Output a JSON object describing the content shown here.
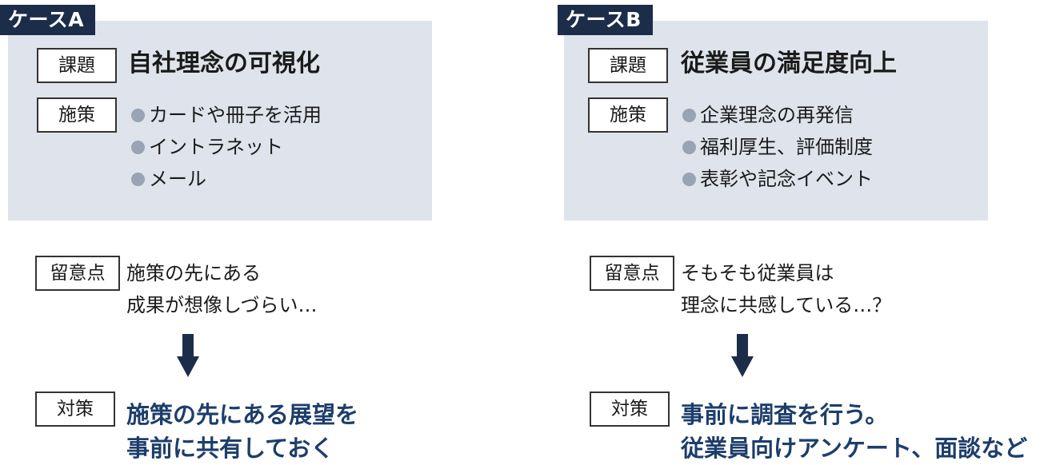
{
  "case_a": {
    "tag": "ケースA",
    "issue_label": "課題",
    "issue": "自社理念の可視化",
    "measures_label": "施策",
    "measures": [
      "カードや冊子を活用",
      "イントラネット",
      "メール"
    ],
    "caution_label": "留意点",
    "caution_lines": [
      "施策の先にある",
      "成果が想像しづらい…"
    ],
    "countermeasure_label": "対策",
    "countermeasure_lines": [
      "施策の先にある展望を",
      "事前に共有しておく"
    ]
  },
  "case_b": {
    "tag": "ケースB",
    "issue_label": "課題",
    "issue": "従業員の満足度向上",
    "measures_label": "施策",
    "measures": [
      "企業理念の再発信",
      "福利厚生、評価制度",
      "表彰や記念イベント"
    ],
    "caution_label": "留意点",
    "caution_lines": [
      "そもそも従業員は",
      "理念に共感している…？"
    ],
    "countermeasure_label": "対策",
    "countermeasure_lines": [
      "事前に調査を行う。",
      "従業員向けアンケート、面談など"
    ]
  },
  "colors": {
    "panel_bg": "#dfe3eb",
    "tag_bg": "#1c2d4a",
    "bullet": "#98a3b4",
    "countermeasure_text": "#1d3e6b",
    "arrow": "#1c2d4a"
  },
  "icons": {
    "bullet": "circle-bullet-icon",
    "arrow": "down-arrow-icon"
  }
}
